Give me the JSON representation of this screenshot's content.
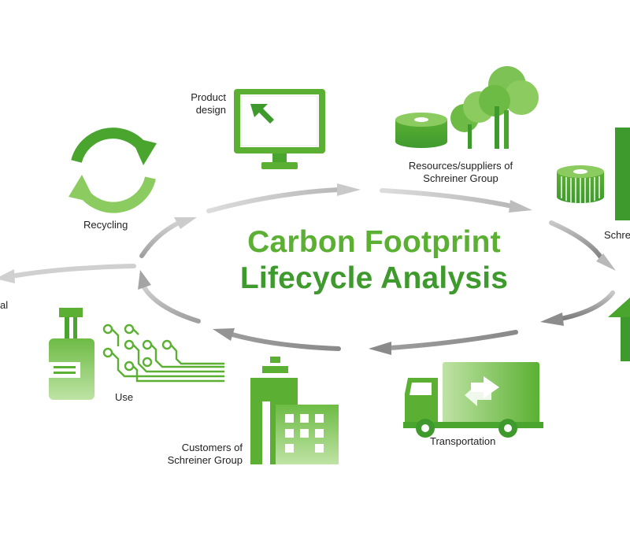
{
  "title": {
    "line1": "Carbon Footprint",
    "line2": "Lifecycle Analysis"
  },
  "stages": [
    {
      "id": "product-design",
      "line1": "Product",
      "line2": "design",
      "icon": "monitor-cursor-icon"
    },
    {
      "id": "resources",
      "line1": "Resources/suppliers of",
      "line2": "Schreiner Group",
      "icon": "material-rolls-trees-icon"
    },
    {
      "id": "schreiner",
      "line1": "Schre",
      "line2": "",
      "icon": "label-roll-building-icon"
    },
    {
      "id": "transportation",
      "line1": "Transportation",
      "line2": "",
      "icon": "delivery-truck-icon"
    },
    {
      "id": "customers",
      "line1": "Customers of",
      "line2": "Schreiner Group",
      "icon": "factory-building-icon"
    },
    {
      "id": "use",
      "line1": "Use",
      "line2": "",
      "icon": "bottle-circuit-icon"
    },
    {
      "id": "disposal",
      "line1": "al",
      "line2": "",
      "icon": "disposal-arrow-icon"
    },
    {
      "id": "recycling",
      "line1": "Recycling",
      "line2": "",
      "icon": "recycling-arrows-icon"
    }
  ],
  "colors": {
    "green_dark": "#3f9a2e",
    "green": "#5bb033",
    "green_light": "#8ccb5f",
    "green_pale": "#bfe3a4",
    "arrow_gray": "#c3c3c3",
    "arrow_dark": "#8a8a8a",
    "text": "#222222"
  }
}
